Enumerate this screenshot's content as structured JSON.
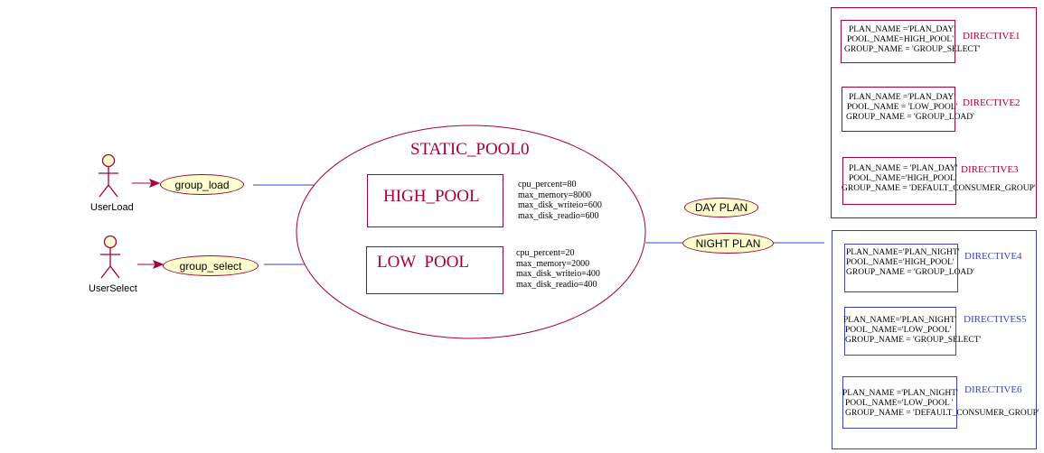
{
  "actors": [
    {
      "name": "UserLoad"
    },
    {
      "name": "UserSelect"
    }
  ],
  "groups": [
    {
      "label": "group_load"
    },
    {
      "label": "group_select"
    }
  ],
  "static_pool": {
    "title": "STATIC_POOL0",
    "pools": [
      {
        "name": "HIGH_POOL",
        "stats": [
          "cpu_percent=80",
          "max_memory=8000",
          "max_disk_writeio=600",
          "max_disk_readio=600"
        ]
      },
      {
        "name": "LOW  POOL",
        "stats": [
          "cpu_percent=20",
          "max_memory=2000",
          "max_disk_writeio=400",
          "max_disk_readio=400"
        ]
      }
    ]
  },
  "plans": [
    {
      "label": "DAY PLAN"
    },
    {
      "label": "NIGHT PLAN"
    }
  ],
  "directives": [
    {
      "label": "DIRECTIVE1",
      "lines": [
        "PLAN_NAME ='PLAN_DAY'",
        "POOL_NAME=HIGH_POOL'",
        "GROUP_NAME = 'GROUP_SELECT'"
      ],
      "color": "#a80036"
    },
    {
      "label": "DIRECTIVE2",
      "lines": [
        "PLAN_NAME ='PLAN_DAY'",
        "POOL_NAME = 'LOW_POOL'",
        "GROUP_NAME = 'GROUP_LOAD'"
      ],
      "color": "#a80036"
    },
    {
      "label": "DIRECTIVE3",
      "lines": [
        "PLAN_NAME = 'PLAN_DAY'",
        "POOL_NAME='HIGH_POOL'",
        "GROUP_NAME = 'DEFAULT_CONSUMER_GROUP'"
      ],
      "color": "#a80036"
    },
    {
      "label": "DIRECTIVE4",
      "lines": [
        "PLAN_NAME='PLAN_NIGHT'",
        "POOL_NAME='HIGH_POOL'",
        "GROUP_NAME = 'GROUP_LOAD'"
      ],
      "color": "#3b44b4"
    },
    {
      "label": "DIRECTIVES5",
      "lines": [
        "PLAN_NAME='PLAN_NIGHT'",
        "POOL_NAME='LOW_POOL'",
        "GROUP_NAME = 'GROUP_SELECT'"
      ],
      "color": "#3b44b4"
    },
    {
      "label": "DIRECTIVE6",
      "lines": [
        "PLAN_NAME ='PLAN_NIGHT'",
        "POOL_NAME='LOW_POOL '",
        "GROUP_NAME = 'DEFAULT_CONSUMER_GROUP'"
      ],
      "color": "#3b44b4"
    }
  ],
  "colors": {
    "accent": "#a80036",
    "blue": "#3b44b4",
    "usecase_fill": "#fefece"
  }
}
